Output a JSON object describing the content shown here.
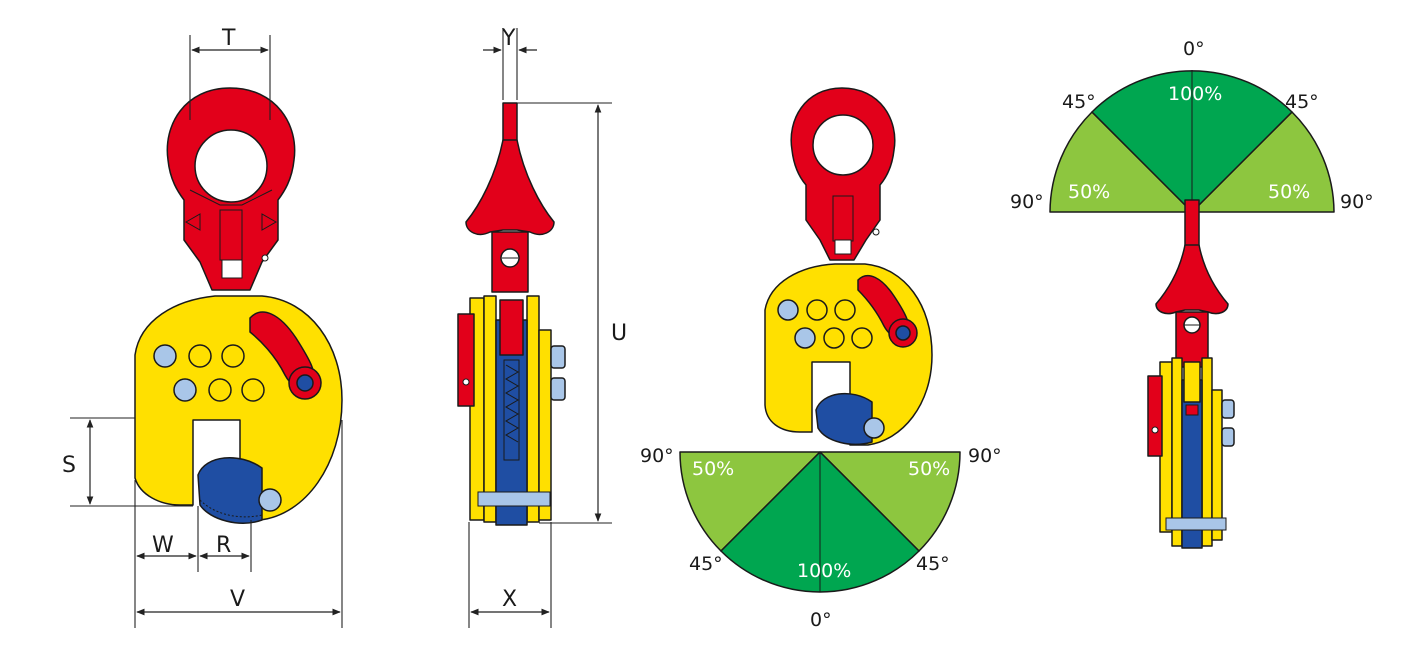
{
  "colors": {
    "red": "#e2001a",
    "yellow": "#ffe000",
    "blue": "#1f4ea3",
    "light_blue": "#a9c6e8",
    "dark_green": "#00a650",
    "light_green": "#8dc63f",
    "outline": "#1a1a1a"
  },
  "dimensions": {
    "T": "T",
    "Y": "Y",
    "U": "U",
    "S": "S",
    "W": "W",
    "R": "R",
    "V": "V",
    "X": "X"
  },
  "capacity_chart_bottom": {
    "angle_left_90": "90°",
    "angle_right_90": "90°",
    "angle_left_45": "45°",
    "angle_right_45": "45°",
    "angle_0": "0°",
    "pct_left": "50%",
    "pct_right": "50%",
    "pct_center": "100%"
  },
  "capacity_chart_top": {
    "angle_0": "0°",
    "angle_left_45": "45°",
    "angle_right_45": "45°",
    "angle_left_90": "90°",
    "angle_right_90": "90°",
    "pct_center": "100%",
    "pct_left": "50%",
    "pct_right": "50%"
  }
}
